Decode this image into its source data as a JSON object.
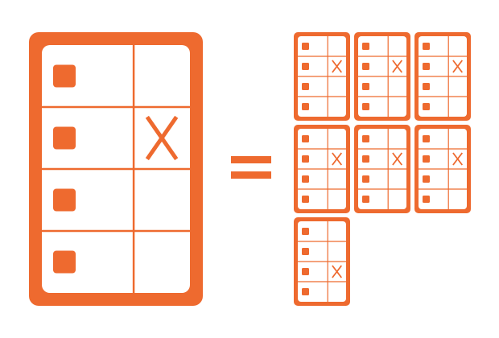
{
  "colors": {
    "accent": "#EE6A2F",
    "background": "#FFFFFF",
    "card_inner": "#FFFFFF"
  },
  "big_card": {
    "rows": 4,
    "checked_row": 2,
    "mark": "X"
  },
  "equals_symbol": "=",
  "small_cards": [
    {
      "checked_row": 2,
      "mark": "X"
    },
    {
      "checked_row": 2,
      "mark": "X"
    },
    {
      "checked_row": 2,
      "mark": "X"
    },
    {
      "checked_row": 2,
      "mark": "X"
    },
    {
      "checked_row": 2,
      "mark": "X"
    },
    {
      "checked_row": 2,
      "mark": "X"
    },
    {
      "checked_row": 3,
      "mark": "X"
    }
  ],
  "icons": [
    "checkbox-icon",
    "x-mark-icon",
    "equals-icon"
  ]
}
